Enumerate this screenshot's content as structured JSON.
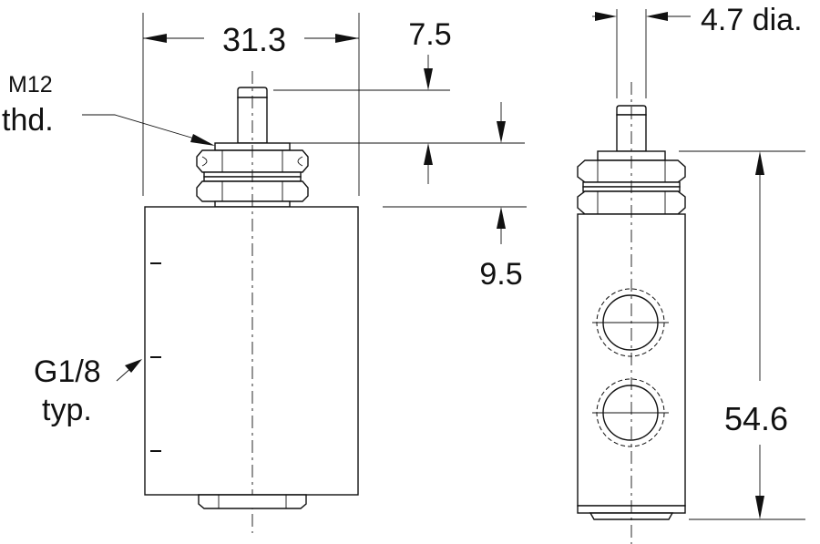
{
  "labels": {
    "width": "31.3",
    "pin_length": "7.5",
    "pin_diameter": "4.7 dia.",
    "thread_a": "M12",
    "thread_b": "thd.",
    "nut_height": "9.5",
    "port_a": "G1/8",
    "port_b": "typ.",
    "body_height": "54.6"
  }
}
